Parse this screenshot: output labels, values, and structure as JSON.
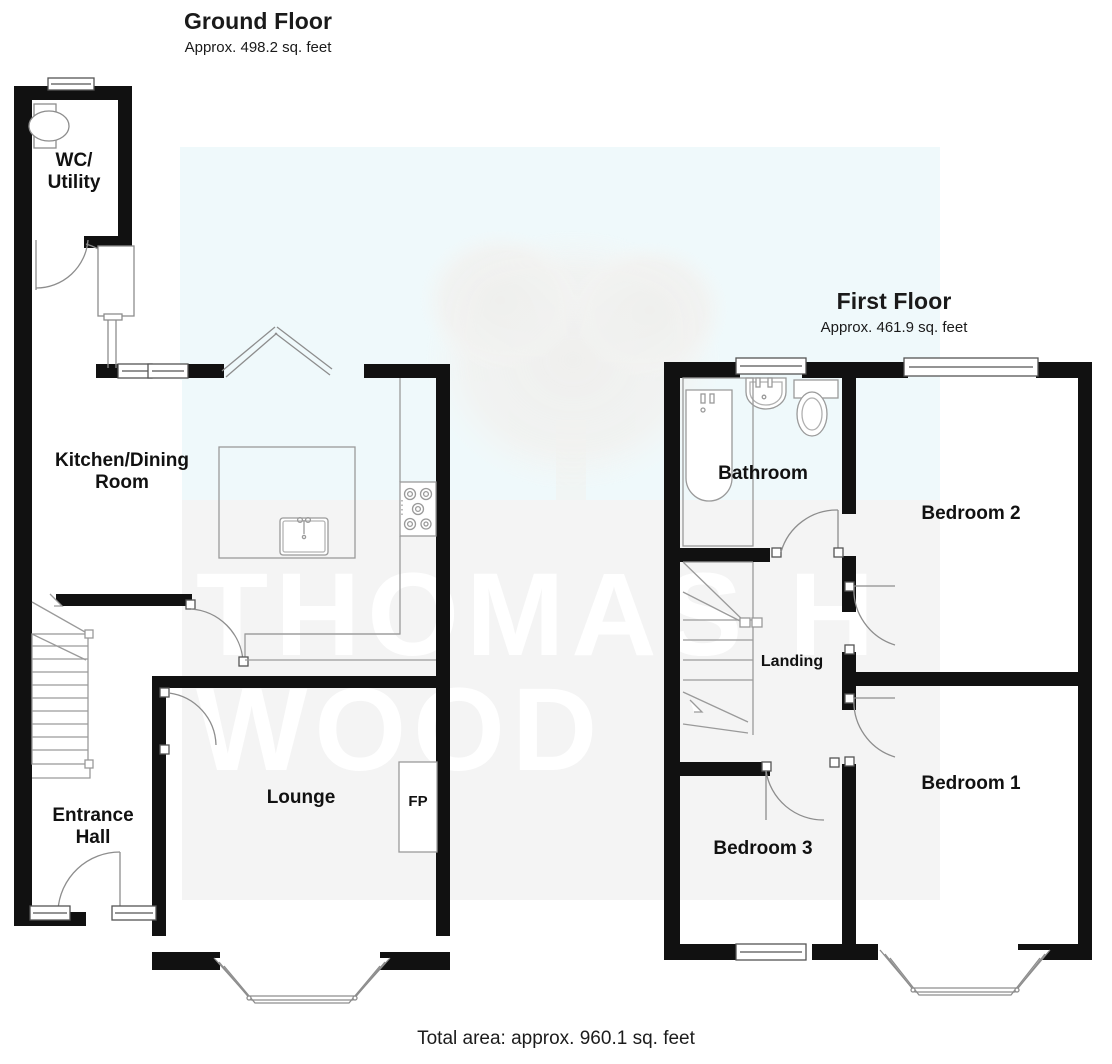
{
  "document": {
    "type": "floor-plan",
    "watermark": "THOMAS H WOOD",
    "total_area": "Total area: approx. 960.1 sq. feet"
  },
  "floors": [
    {
      "id": "ground",
      "title": "Ground Floor",
      "area": "Approx. 498.2 sq. feet",
      "rooms": [
        {
          "id": "wc-utility",
          "label": "WC/\nUtility"
        },
        {
          "id": "kitchen-dining",
          "label": "Kitchen/Dining\nRoom"
        },
        {
          "id": "entrance-hall",
          "label": "Entrance\nHall"
        },
        {
          "id": "lounge",
          "label": "Lounge"
        },
        {
          "id": "fireplace",
          "label": "FP"
        }
      ]
    },
    {
      "id": "first",
      "title": "First Floor",
      "area": "Approx. 461.9 sq. feet",
      "rooms": [
        {
          "id": "bathroom",
          "label": "Bathroom"
        },
        {
          "id": "bedroom-2",
          "label": "Bedroom 2"
        },
        {
          "id": "landing",
          "label": "Landing"
        },
        {
          "id": "bedroom-1",
          "label": "Bedroom 1"
        },
        {
          "id": "bedroom-3",
          "label": "Bedroom 3"
        }
      ]
    }
  ],
  "colors": {
    "wall": "#111111",
    "text": "#111111",
    "tint_blue": "#eff9fb",
    "tint_grey": "#f4f4f4",
    "thin_line": "#8d8d8d"
  }
}
